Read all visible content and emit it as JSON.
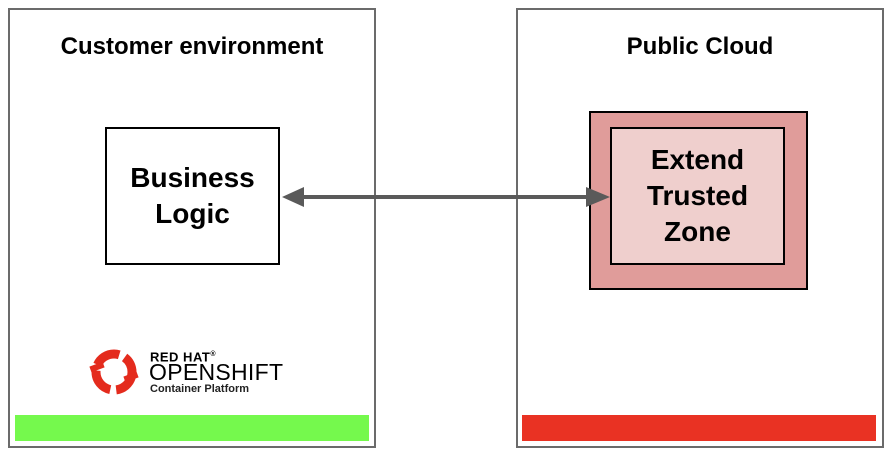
{
  "left_panel": {
    "title": "Customer environment",
    "box_label": "Business\nLogic",
    "status_color": "#75f94d",
    "logo": {
      "brand": "RED HAT",
      "trademark": "®",
      "product": "OPENSHIFT",
      "subtitle": "Container Platform",
      "color": "#e42b1d"
    }
  },
  "right_panel": {
    "title": "Public Cloud",
    "box_label": "Extend\nTrusted\nZone",
    "outer_color": "#e09c9a",
    "inner_color": "#efcfcd",
    "status_color": "#e93223"
  },
  "connector": {
    "type": "bidirectional-arrow",
    "color": "#5a5a5a"
  }
}
